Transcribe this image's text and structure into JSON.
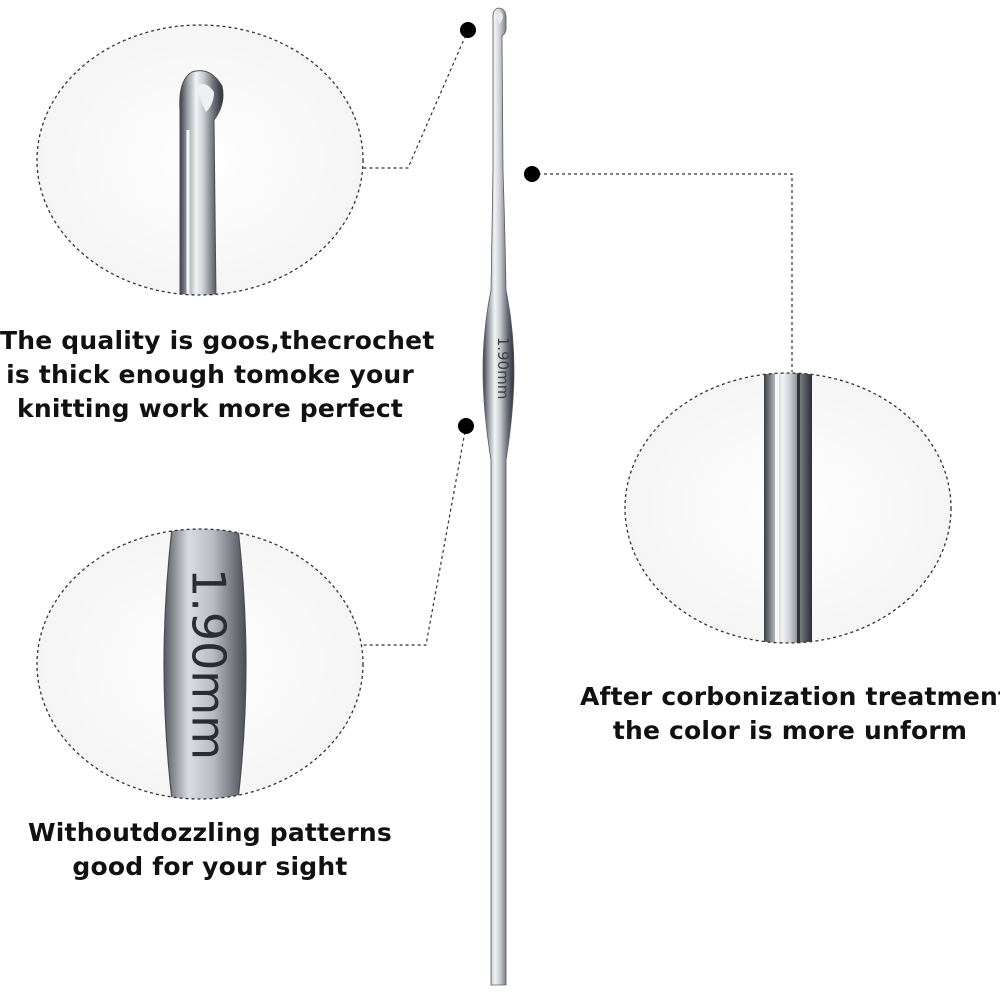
{
  "captions": {
    "quality": [
      "The quality is goos,thecrochet",
      "is thick enough tomoke your",
      "knitting work more perfect"
    ],
    "sight": [
      "Withoutdozzling patterns",
      "good for your sight"
    ],
    "carbon": [
      "After corbonization treatment,",
      "the color is more unform"
    ]
  },
  "engraving": {
    "size_marking": "1.90mm"
  },
  "colors": {
    "background": "#ffffff",
    "text": "#111111",
    "callout_dot": "#000000",
    "steel_light": "#f2f4f6",
    "steel_dark": "#3a3d42"
  },
  "icons": [
    "crochet-hook-image",
    "hook-tip-closeup-image",
    "engraved-grip-closeup-image",
    "shaft-closeup-image"
  ]
}
